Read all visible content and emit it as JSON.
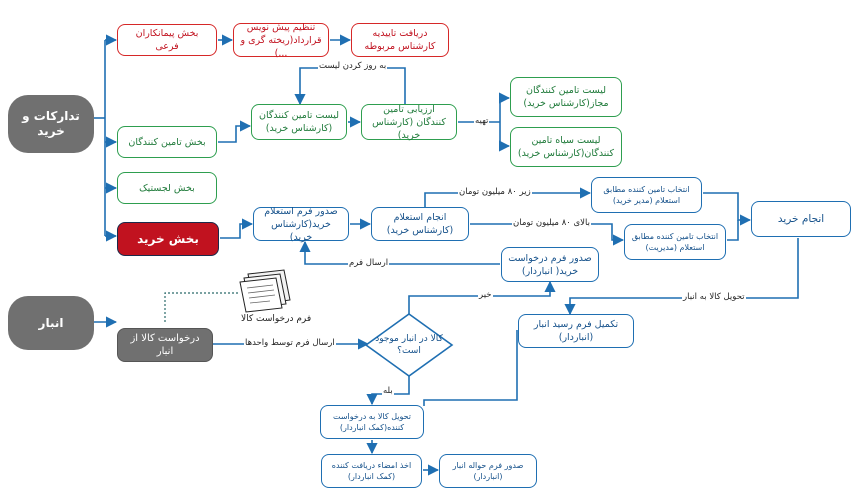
{
  "colors": {
    "red": "#d62828",
    "green": "#2e9e4f",
    "blue": "#1f6fb2",
    "gray": "#707070",
    "purchase_fill": "#c1121f"
  },
  "roots": {
    "procurement": "تدارکات و خرید",
    "warehouse": "انبار"
  },
  "branches": {
    "subcontractors": "بخش پیمانکاران فرعی",
    "suppliers": "بخش تامین کنندگان",
    "logistics": "بخش لجستیک",
    "purchase": "بخش خرید"
  },
  "subcontract": {
    "draft_contract": "تنظیم پیش نویس قرارداد(ریخته گری و ...)",
    "approval": "دریافت تاییدیه کارشناس مربوطه"
  },
  "suppliers_flow": {
    "list": "لیست تامین کنندگان (کارشناس خرید)",
    "evaluate": "ارزیابی تامین کنندگان (کارشناس خرید)",
    "update_label": "به روز کردن لیست",
    "prepare_label": "تهیه",
    "approved": "لیست تامین کنندگان مجاز(کارشناس خرید)",
    "blacklist": "لیست سیاه تامین کنندگان(کارشناس خرید)"
  },
  "purchase_flow": {
    "inquiry_form": "صدور فرم استعلام خرید(کارشناس خرید)",
    "inquiry": "انجام استعلام (کارشناس خرید)",
    "under_label": "زیر ۸۰ میلیون تومان",
    "over_label": "بالای ۸۰ میلیون تومان",
    "select_manager": "انتخاب تامین کننده مطابق استعلام (مدیر خرید)",
    "select_management": "انتخاب تامین کننده مطابق استعلام (مدیریت)",
    "do_purchase": "انجام خرید",
    "send_form_label": "ارسال فرم",
    "request_form": "صدور فرم درخواست خرید( انباردار)"
  },
  "warehouse_flow": {
    "request": "درخواست کالا از انبار",
    "form_label": "فرم درخواست کالا",
    "send_label": "ارسال فرم توسط واحدها",
    "decision": "کالا در انبار موجود است؟",
    "no_label": "خیر",
    "yes_label": "بله",
    "deliver_label": "تحویل کالا به انبار",
    "complete_receipt": "تکمیل فرم رسید انبار (انباردار)",
    "deliver_to_requester": "تحویل کالا به درخواست کننده(کمک انباردار)",
    "signature": "اخذ امضاء دریافت کننده (کمک انباردار)",
    "issue_remittance": "صدور فرم حواله انبار (انباردار)"
  }
}
